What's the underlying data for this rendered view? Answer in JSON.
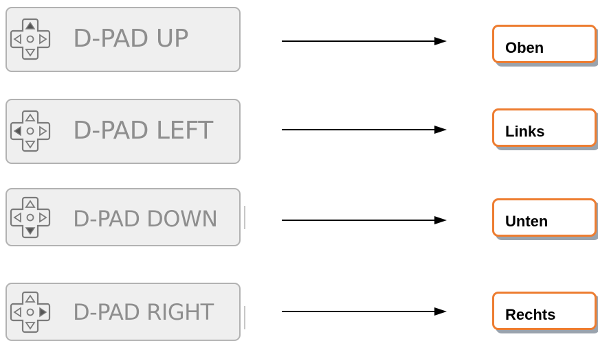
{
  "colors": {
    "input_bg": "#efefef",
    "input_border": "#b2b2b2",
    "input_text": "#8e8e8e",
    "output_border": "#ed7d31",
    "output_shadow": "#9aa3ad",
    "arrow": "#000000"
  },
  "rows": [
    {
      "input_label": "D-PAD UP",
      "icon": "dpad-up-icon",
      "active_direction": "up",
      "output_label": "Oben"
    },
    {
      "input_label": "D-PAD LEFT",
      "icon": "dpad-left-icon",
      "active_direction": "left",
      "output_label": "Links"
    },
    {
      "input_label": "D-PAD DOWN",
      "icon": "dpad-down-icon",
      "active_direction": "down",
      "output_label": "Unten"
    },
    {
      "input_label": "D-PAD RIGHT",
      "icon": "dpad-right-icon",
      "active_direction": "right",
      "output_label": "Rechts"
    }
  ]
}
